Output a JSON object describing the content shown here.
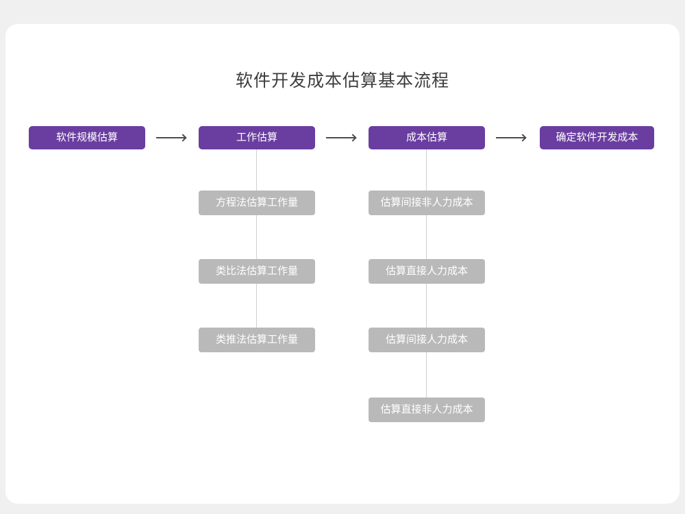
{
  "title": "软件开发成本估算基本流程",
  "flow": {
    "nodes": [
      {
        "label": "软件规模估算"
      },
      {
        "label": "工作估算"
      },
      {
        "label": "成本估算"
      },
      {
        "label": "确定软件开发成本"
      }
    ],
    "arrow_icon": "right-arrow"
  },
  "columns": [
    {
      "items": [
        "方程法估算工作量",
        "类比法估算工作量",
        "类推法估算工作量"
      ]
    },
    {
      "items": [
        "估算间接非人力成本",
        "估算直接人力成本",
        "估算间接人力成本",
        "估算直接非人力成本"
      ]
    }
  ],
  "colors": {
    "primary_node": "#6a3da0",
    "secondary_node": "#b9b9b9",
    "background": "#f0f0f0",
    "card": "#ffffff",
    "arrow": "#4a4a4a",
    "connector": "#cfcfcf"
  }
}
